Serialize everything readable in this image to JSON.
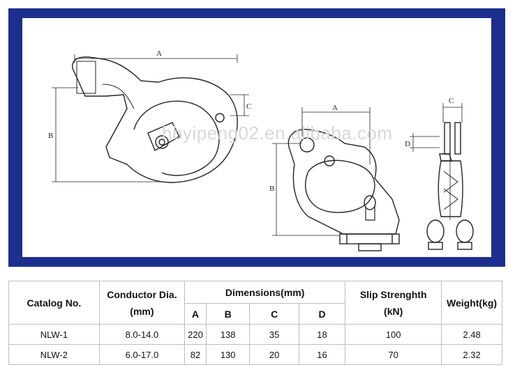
{
  "watermark": "hbyipeng02.en.alibaba.com",
  "drawing": {
    "labels": [
      "A",
      "B",
      "C",
      "D"
    ]
  },
  "table": {
    "headers": {
      "catalog": "Catalog No.",
      "conductor_line1": "Conductor Dia.",
      "conductor_line2": "(mm)",
      "dimensions": "Dimensions(mm)",
      "dim_cols": [
        "A",
        "B",
        "C",
        "D"
      ],
      "slip_line1": "Slip Strenghth",
      "slip_line2": "(kN)",
      "weight": "Weight(kg)"
    },
    "rows": [
      {
        "catalog": "NLW-1",
        "conductor": "8.0-14.0",
        "A": "220",
        "B": "138",
        "C": "35",
        "D": "18",
        "slip": "100",
        "weight": "2.48"
      },
      {
        "catalog": "NLW-2",
        "conductor": "6.0-17.0",
        "A": "82",
        "B": "130",
        "C": "20",
        "D": "16",
        "slip": "70",
        "weight": "2.32"
      }
    ]
  }
}
